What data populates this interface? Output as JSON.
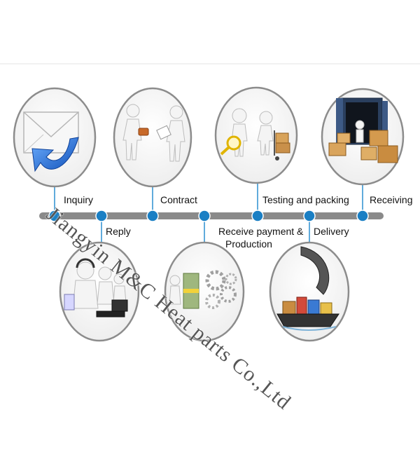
{
  "steps": {
    "inquiry": "Inquiry",
    "reply": "Reply",
    "contract": "Contract",
    "payment_line1": "Receive payment &",
    "payment_line2": "Production",
    "testing": "Testing and packing",
    "delivery": "Delivery",
    "receiving": "Receiving"
  },
  "watermark": "Jiangyin M&C Heat parts Co.,Ltd",
  "icons": [
    "envelope-icon",
    "handshake-figures-icon",
    "magnifier-figure-icon",
    "container-boxes-icon",
    "call-center-icon",
    "money-gears-icon",
    "cargo-ship-icon"
  ],
  "colors": {
    "timeline": "#8a8a8a",
    "node": "#1a7fc4",
    "connector": "#2a8fd0",
    "circle_border": "#8c8c8c",
    "envelope_arrow": "#1f6fd0"
  }
}
